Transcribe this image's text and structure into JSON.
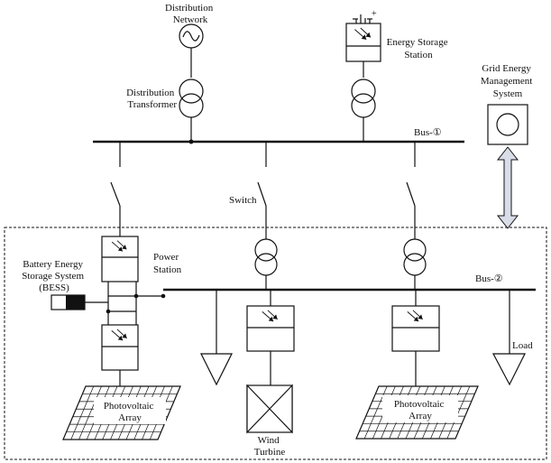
{
  "labels": {
    "distribution_network": [
      "Distribution",
      "Network"
    ],
    "distribution_transformer": [
      "Distribution",
      "Transformer"
    ],
    "energy_storage_station": [
      "Energy Storage",
      "Station"
    ],
    "grid_ems": [
      "Grid Energy",
      "Management",
      "System"
    ],
    "bus1": "Bus-①",
    "bus2": "Bus-②",
    "switch": "Switch",
    "bess": [
      "Battery Energy",
      "Storage System",
      "(BESS)"
    ],
    "power_station": [
      "Power",
      "Station"
    ],
    "pv_array_left": [
      "Photovoltaic",
      "Array"
    ],
    "pv_array_right": [
      "Photovoltaic",
      "Array"
    ],
    "wind_turbine": [
      "Wind",
      "Turbine"
    ],
    "load": "Load"
  },
  "colors": {
    "line": "#111111",
    "arrow_fill": "#d9dde8"
  }
}
